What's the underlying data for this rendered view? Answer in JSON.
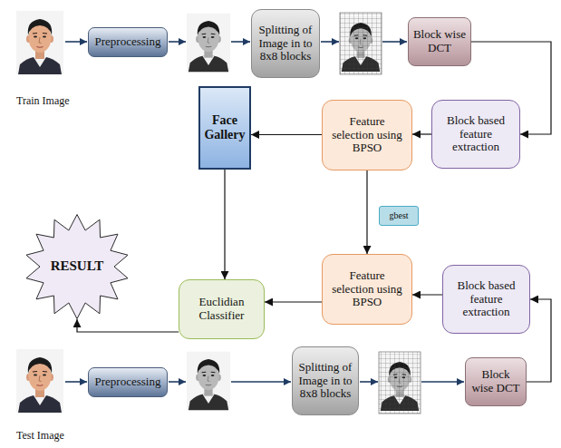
{
  "diagram": {
    "nodes": [
      {
        "text": [
          "Preprocessing"
        ]
      },
      {
        "text": [
          "Splitting of Image in to 8x8 blocks"
        ]
      },
      {
        "text": [
          "Block wise DCT"
        ]
      },
      {
        "text": [
          "Block based feature extraction"
        ]
      },
      {
        "text": [
          "Feature selection using BPSO"
        ]
      },
      {
        "text": [
          "Face Gallery"
        ]
      },
      {
        "text": [
          "RESULT"
        ]
      },
      {
        "text": [
          "gbest"
        ]
      },
      {
        "text": [
          "Feature selection using BPSO"
        ]
      },
      {
        "text": [
          "Block based feature extraction"
        ]
      },
      {
        "text": [
          "Euclidian Classifier"
        ]
      },
      {
        "text": [
          "Preprocessing"
        ]
      },
      {
        "text": [
          "Splitting of Image in to 8x8 blocks"
        ]
      },
      {
        "text": [
          "Block wise DCT"
        ]
      }
    ],
    "edges": [
      {
        "from": 2,
        "to": 3,
        "arrow": "to"
      },
      {
        "from": 3,
        "to": 4,
        "arrow": "to"
      },
      {
        "from": 4,
        "to": 5,
        "arrow": "to"
      },
      {
        "from": 4,
        "to": 8,
        "arrow": "to"
      },
      {
        "from": 5,
        "to": 10,
        "arrow": "to"
      },
      {
        "from": 13,
        "to": 9,
        "arrow": "to"
      },
      {
        "from": 9,
        "to": 8,
        "arrow": "to"
      },
      {
        "from": 8,
        "to": 10,
        "arrow": "to"
      },
      {
        "from": 10,
        "to": 6,
        "arrow": "to"
      }
    ],
    "labels": [
      "Train Image",
      "Test Image"
    ]
  }
}
